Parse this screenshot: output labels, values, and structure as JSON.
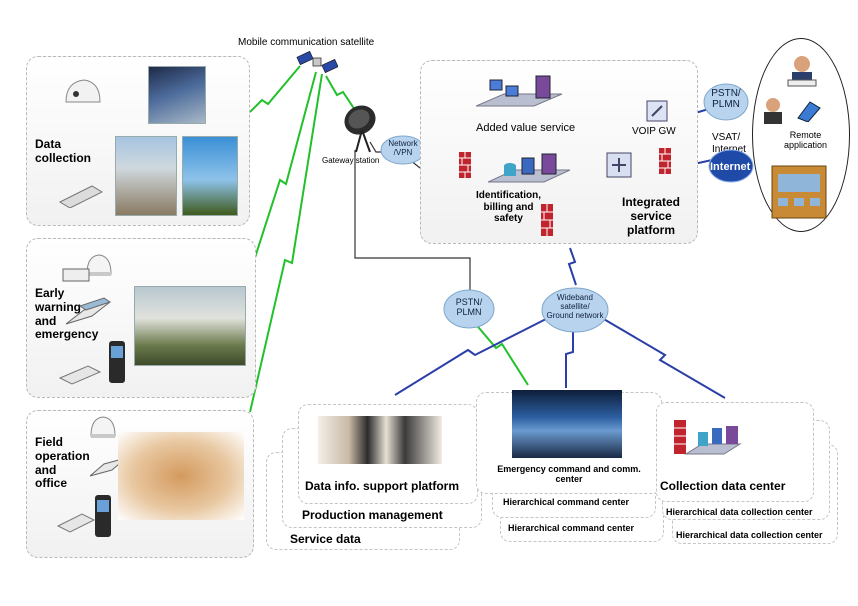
{
  "satellite_label": "Mobile communication satellite",
  "gateway_label": "Gateway station",
  "network_vpn": "Network\n/VPN",
  "added_value_service": "Added value service",
  "identification_billing": "Identification,\nbilling and\nsafety",
  "integrated_platform": "Integrated\nservice\nplatform",
  "voip_gw": "VOIP GW",
  "pstn_plmn_top": "PSTN/\nPLMN",
  "vsat_internet": "VSAT/\nInternet",
  "internet_word": "Internet",
  "remote_application": "Remote\napplication",
  "pstn_plmn_mid": "PSTN/\nPLMN",
  "wideband": "Wideband\nsatellite/\nGround network",
  "left_panels": {
    "data_collection": "Data\ncollection",
    "early_warning": "Early\nwarning\nand\nemergency",
    "field_operation": "Field\noperation\nand\noffice"
  },
  "platforms": {
    "data_info": "Data info. support platform",
    "production": "Production management",
    "service_data": "Service data"
  },
  "command": {
    "emergency": "Emergency command and comm.\ncenter",
    "hier_1": "Hierarchical command center",
    "hier_2": "Hierarchical command center"
  },
  "collection": {
    "center": "Collection data center",
    "hier_1": "Hierarchical data collection center",
    "hier_2": "Hierarchical data collection center"
  },
  "colors": {
    "green_link": "#22c02a",
    "blue_link": "#2a3fa8",
    "firewall": "#c0242c",
    "panel_border": "#b8b8b8"
  },
  "icons": [
    "satellite-icon",
    "satellite-dish-icon",
    "router-icon",
    "firewall-icon",
    "server-icon",
    "cloud-icon",
    "switch-icon",
    "computer-icon",
    "phone-icon",
    "building-icon",
    "handheld-terminal-icon",
    "laptop-icon",
    "satellite-terminal-icon"
  ]
}
